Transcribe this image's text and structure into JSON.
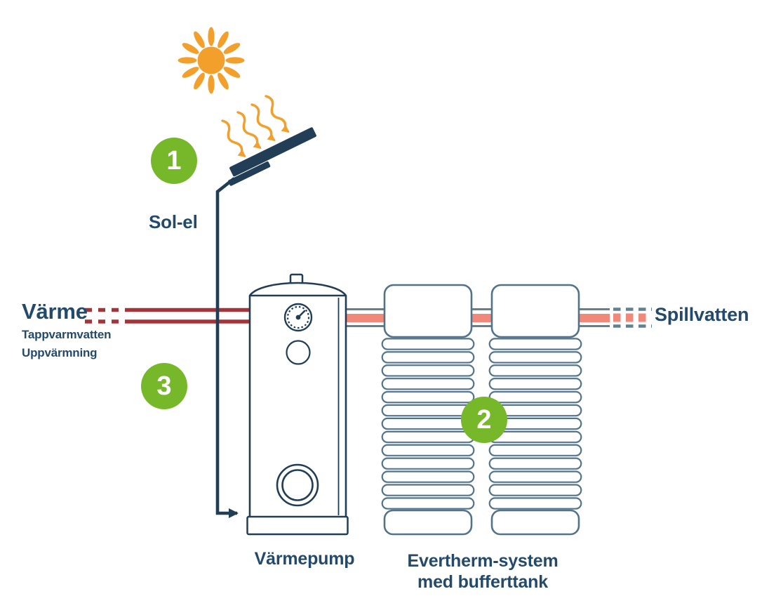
{
  "diagram": {
    "title": "Evertherm heating system diagram",
    "steps": [
      {
        "number": "1"
      },
      {
        "number": "2"
      },
      {
        "number": "3"
      }
    ],
    "labels": {
      "sol_el": "Sol-el",
      "varme": "Värme",
      "tappvarmvatten": "Tappvarmvatten",
      "uppvarmning": "Uppvärmning",
      "spillvatten": "Spillvatten",
      "varmepump": "Värmepump",
      "evertherm_line1": "Evertherm-system",
      "evertherm_line2": "med bufferttank"
    },
    "icons": {
      "sun": "sun-icon",
      "radiation": "heat-radiation-arrows-icon",
      "panel": "solar-panel-icon",
      "gauge": "pressure-gauge-icon",
      "arrow": "flow-arrow-icon"
    },
    "colors": {
      "navy": "#223e57",
      "text_navy": "#234a6b",
      "green": "#77b82a",
      "orange": "#f2a02b",
      "dark_red": "#a53439",
      "salmon": "#f1897b",
      "pipe_gray": "#64808f",
      "tank_outline": "#527389",
      "background": "#ffffff"
    }
  }
}
